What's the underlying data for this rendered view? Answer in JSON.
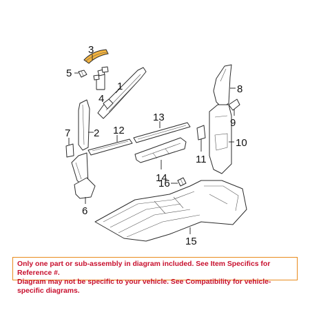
{
  "diagram": {
    "callouts": {
      "c1": "1",
      "c2": "2",
      "c3": "3",
      "c4": "4",
      "c5": "5",
      "c6": "6",
      "c7": "7",
      "c8": "8",
      "c9": "9",
      "c10": "10",
      "c11": "11",
      "c12": "12",
      "c13": "13",
      "c14": "14",
      "c15": "15",
      "c16": "16"
    },
    "highlight_color": "#f2b340"
  },
  "notice": {
    "line1": "Only one part or sub-assembly in diagram included. See Item Specifics for Reference #.",
    "line2": "Diagram may not be specific to your vehicle. See Compatibility for vehicle-specific diagrams.",
    "border_color": "#e88a1a",
    "text_color": "#c8102e"
  }
}
